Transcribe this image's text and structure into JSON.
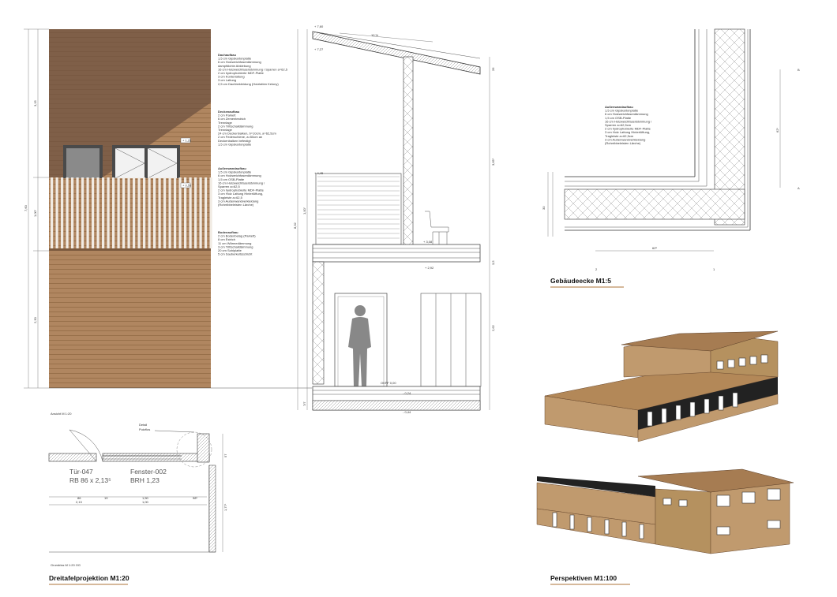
{
  "titles": {
    "dreitafel": "Dreitafelprojektion M1:20",
    "gebaeudeecke": "Gebäudeecke M1:5",
    "perspektiven": "Perspektiven M1:100",
    "ansicht": "Ansicht M 1:20",
    "grundriss": "Grundriss M 1:20 OG",
    "detail": "Detail",
    "detail2": "Putzflos"
  },
  "openings": {
    "door_label": "Tür-047",
    "door_size": "RB 86 x 2,13⁵",
    "window_label": "Fenster-002",
    "window_size": "BRH 1,23"
  },
  "colors": {
    "wood": "#b08660",
    "wood_dark": "#8e6640",
    "wood_roof": "#705240",
    "wall_3d": "#c09a6e",
    "roof_3d": "#a67c52",
    "dark_band": "#2b2b2b",
    "underline": "#c9a27a"
  },
  "layers": {
    "dach": {
      "title": "Dachaufbau",
      "lines": [
        "1,5 cm Gipskartonplatte",
        "6 cm Holzweichfaserdämmung",
        "dampfdichte Abklebung",
        "16 cm Holzweichfaserdämmung / Sparren a=62,5",
        "2 cm hydrophobierte MDF-Platte",
        "3 cm Konterlattung",
        "3 cm Lattung",
        "2,5 cm Dachbekleidung (Holzlatten Kelony)"
      ]
    },
    "decke": {
      "title": "Deckenaufbau",
      "lines": [
        "2 cm Parkett",
        "6 cm Zementestrich",
        "Trennlage",
        "2 cm Trittschalldämmung",
        "Trennlage",
        "24 cm Deckenbalken, b=10cm, a=62,5cm",
        "2 cm Federschiene, a=50cm an",
        "Deckenbalken befestigt",
        "1,5 cm Gipskartonplatte"
      ]
    },
    "aussenwand": {
      "title": "Außenwandaufbau",
      "lines": [
        "1,5 cm Gipskartonplatte",
        "6 cm Holzweichfaserdämmung",
        "1,5 cm OSB-Platte",
        "16 cm Holzweichfaserdämmung /",
        "Sparren a=62,5",
        "2 cm hydrophobierte MDF-Platte",
        "3 cm Holz Lattung Hinterlüftung,",
        "Tragleiste a=62,5",
        "3 cm Außenwandverkleidung",
        "(Rohrribbeleisten Lärche)"
      ]
    },
    "boden": {
      "title": "Bodenaufbau",
      "lines": [
        "2 cm Bodenbelag (Parkett)",
        "8 cm Estrich",
        "11 cm Wärmedämmung",
        "3 cm Trittschalldämmung",
        "20 cm Sohlplatte",
        "5 cm Sauberkeitsschicht"
      ]
    },
    "aussenwand2": {
      "title": "Außenwandaufbau",
      "lines": [
        "1,5 cm Gipskartonplatte",
        "6 cm Holzweichfaserdämmung",
        "1,5 cm OSB-Platte",
        "16 cm Holzweichfaserdämmung /",
        "Sparren a=62,5cm",
        "2 cm hydrophobierte MDF-Platte",
        "3 cm Holz Lattung Hinterlüftung,",
        "Tragleiste a=62,5cm",
        "3 cm Außenwandverkleidung",
        "(Rohrribbeleisten Lärche)"
      ]
    }
  },
  "dimensions": {
    "elev_total": "7,60",
    "elev_upper": "3,15",
    "elev_mid": "1,00⁷",
    "elev_lower": "2,30",
    "sec_total": "8,32",
    "sec_h1": "3,65⁵",
    "sec_h2": "1,00⁷",
    "sec_h3": "2,62",
    "sec_h4": "7/7",
    "sec_h5": "26",
    "sec_h6": "3,5",
    "roof_slope": "10 %",
    "lev_top": "+ 7,60",
    "lev_eave": "+ 7,27",
    "lev_rail": "+ 4,45",
    "lev_floor_up": "+ 3,08",
    "lev_ceiling": "+ 2,92",
    "lev_okff": "OKFF 0,00",
    "lev_m024": "- 0,24",
    "lev_m044": "- 0,44",
    "plan_86": "86",
    "plan_213": "2,13",
    "plan_19": "19",
    "plan_150": "1,50",
    "plan_100": "1,00",
    "plan_98": "98⁵",
    "plan_57": "57",
    "plan_177": "1,77⁵",
    "det_62": "62⁵",
    "det_30": "30",
    "det_b": "B",
    "det_a": "A",
    "det_axis2": "2",
    "det_axis1": "1",
    "win_pt1": "+ 1,23",
    "win_pt2": "+ 0,55"
  }
}
